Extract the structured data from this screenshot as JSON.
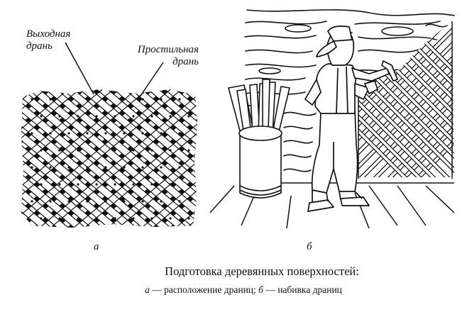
{
  "labels": {
    "outlet_line1": "Выходная",
    "outlet_line2": "дрань",
    "base_line1": "Простильная",
    "base_line2": "дрань"
  },
  "panels": {
    "a": "а",
    "b": "б"
  },
  "caption": {
    "title": "Подготовка деревянных поверхностей:",
    "sub_a_letter": "а",
    "sub_a_text": " — расположение драниц; ",
    "sub_b_letter": "б",
    "sub_b_text": " — набивка драниц"
  }
}
